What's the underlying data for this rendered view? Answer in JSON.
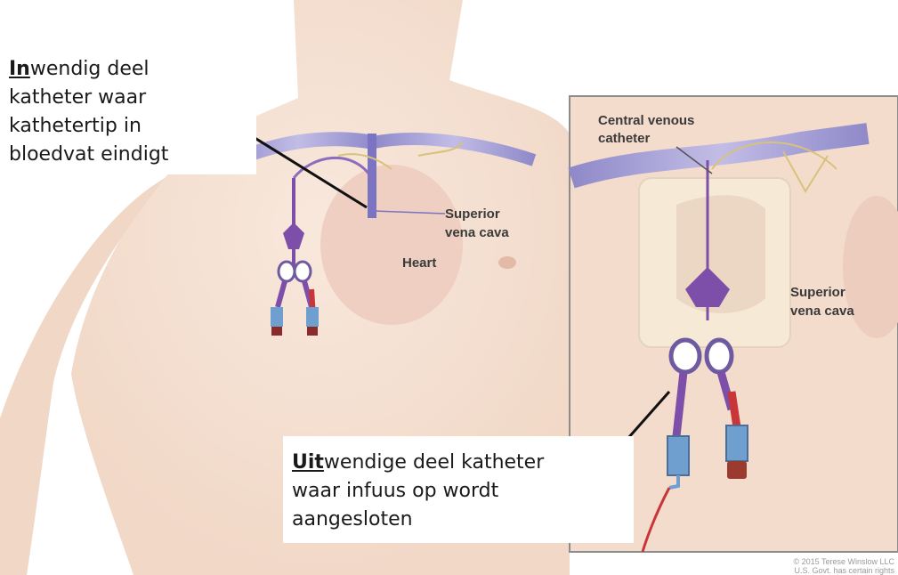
{
  "callouts": {
    "inner": {
      "emphasis": "In",
      "text_1": "wendig deel",
      "text_2": "katheter waar",
      "text_3": "kathetertip in",
      "text_4": "bloedvat eindigt"
    },
    "outer": {
      "emphasis": "Uit",
      "text_1": "wendige deel katheter",
      "text_2": "waar infuus op wordt",
      "text_3": "aangesloten"
    }
  },
  "labels": {
    "svc_left_1": "Superior",
    "svc_left_2": "vena cava",
    "heart": "Heart",
    "cvc_1": "Central venous",
    "cvc_2": "catheter",
    "svc_right_1": "Superior",
    "svc_right_2": "vena cava"
  },
  "credit": {
    "line_1": "© 2015 Terese Winslow LLC",
    "line_2": "U.S. Govt. has certain rights"
  },
  "colors": {
    "skin": "#f6e2d4",
    "vein": "#a9a3d6",
    "catheter": "#7d4fa8",
    "red_lumen": "#c9363a",
    "blue_cap": "#6f9fcf"
  }
}
